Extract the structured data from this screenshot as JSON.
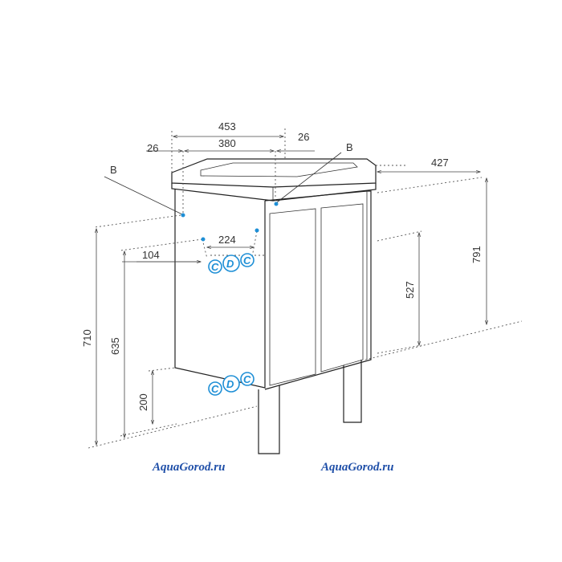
{
  "dimensions": {
    "sink_width": "453",
    "inner_width": "380",
    "side_left": "26",
    "side_right": "26",
    "depth": "427",
    "overall_height": "791",
    "pipe_height": "710",
    "drain_height": "635",
    "leg_height": "200",
    "door_height": "527",
    "outlet_offset_x": "224",
    "outlet_offset_left": "104"
  },
  "callouts": {
    "left": "B",
    "right": "B"
  },
  "badges": {
    "letters": [
      "C",
      "D",
      "C"
    ]
  },
  "watermarks": [
    "AquaGorod.ru",
    "AquaGorod.ru"
  ],
  "colors": {
    "badge": "#1e8fd6",
    "watermark": "#1f4fa8"
  }
}
